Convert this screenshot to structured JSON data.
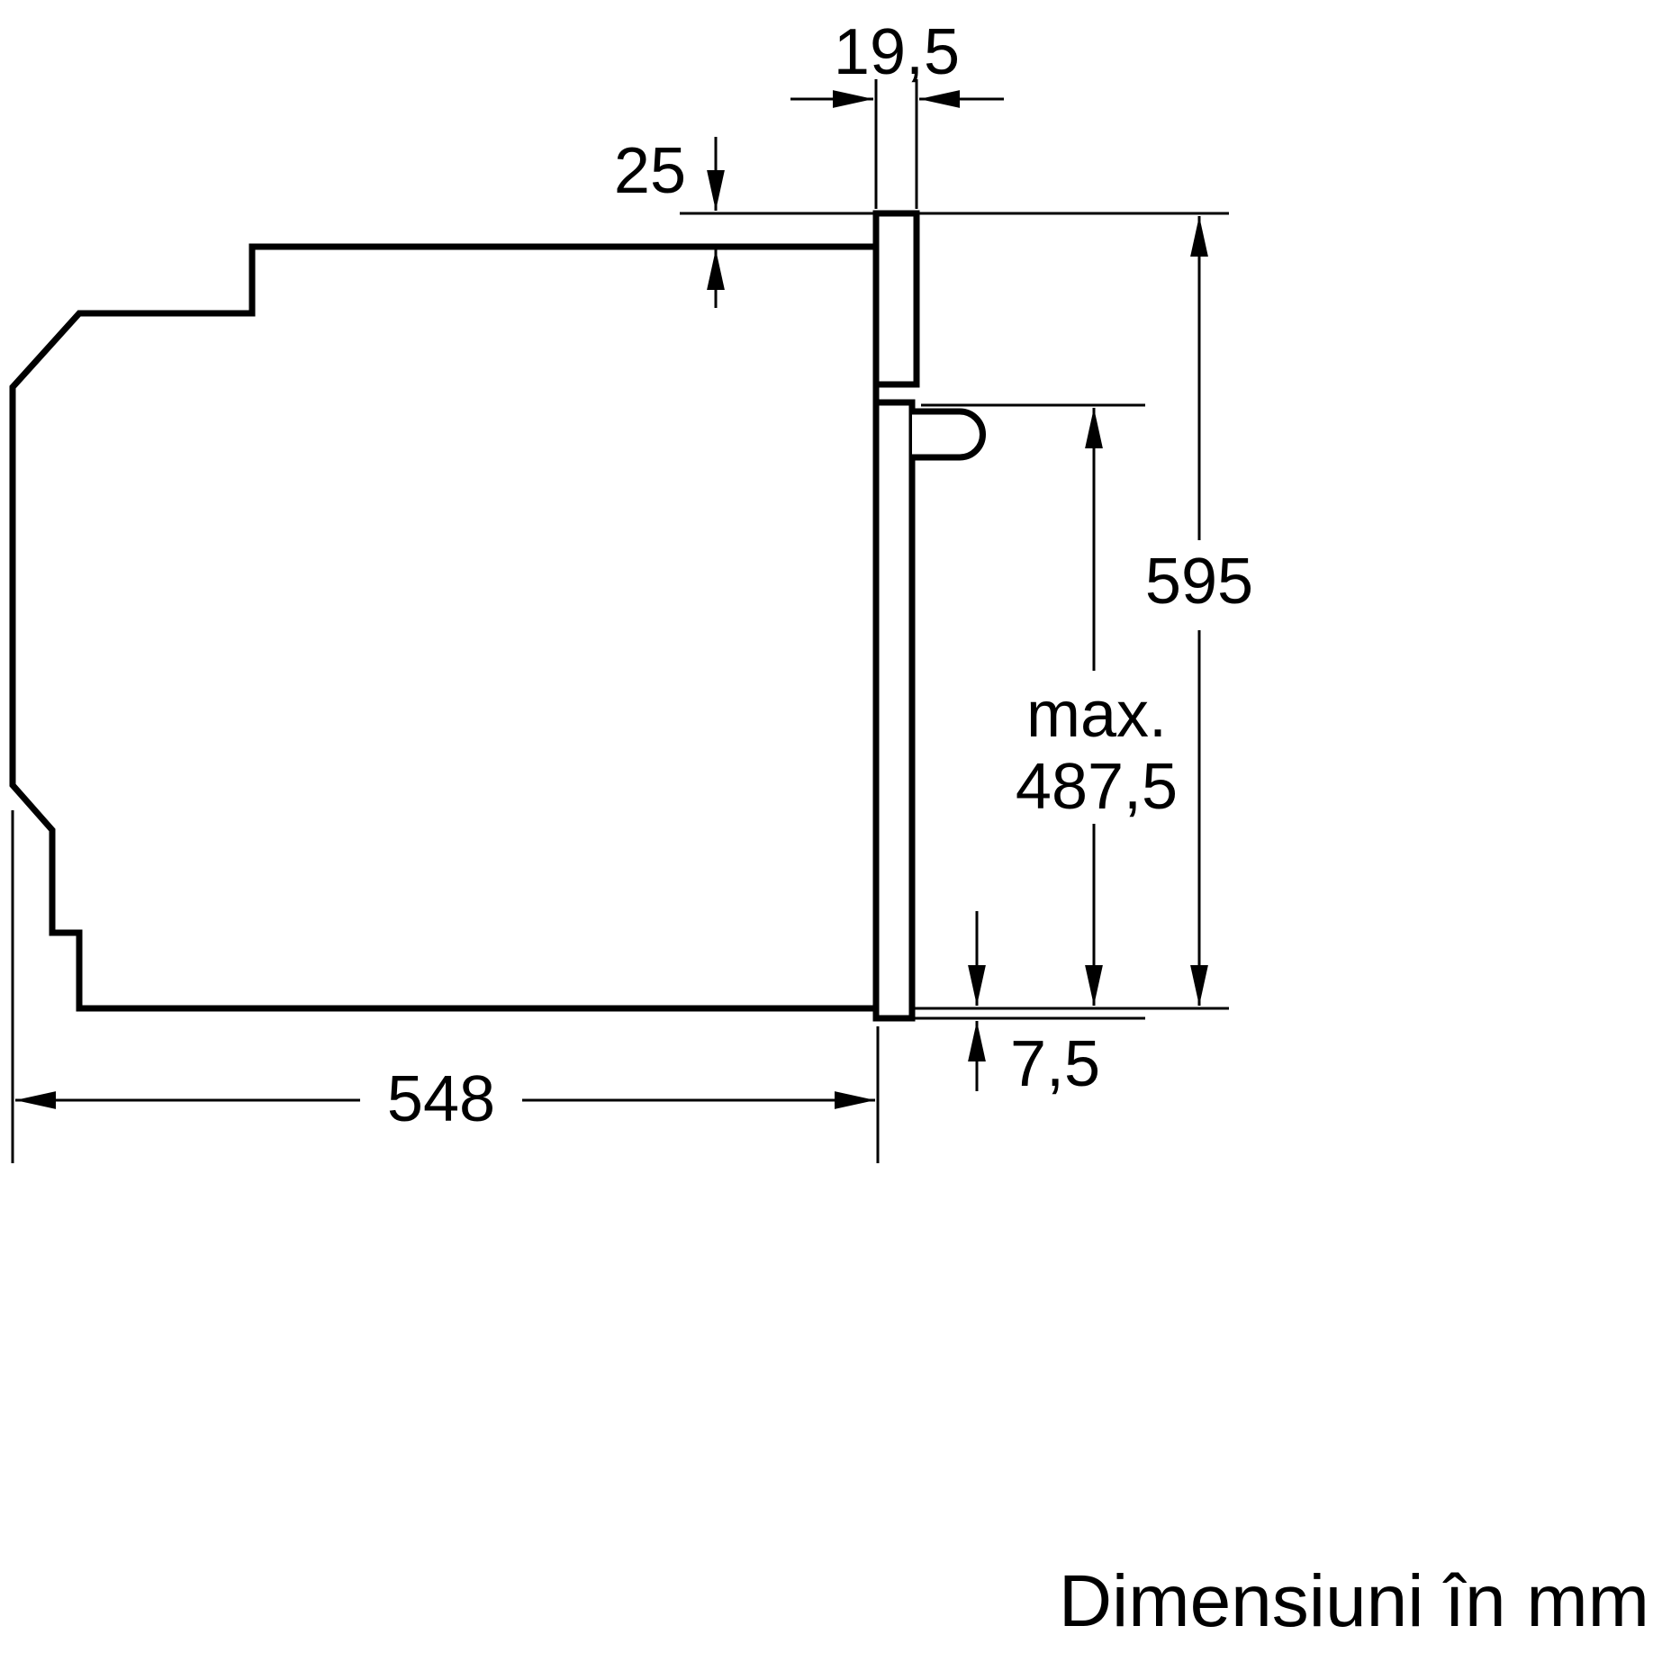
{
  "diagram": {
    "caption": "Dimensiuni în mm",
    "line_color": "#000000",
    "background_color": "#ffffff",
    "labels": {
      "cutout_depth_offset": "19,5",
      "top_clearance": "25",
      "height": "595",
      "max_label": "max.",
      "max_height": "487,5",
      "bottom_offset": "7,5",
      "depth": "548"
    }
  }
}
